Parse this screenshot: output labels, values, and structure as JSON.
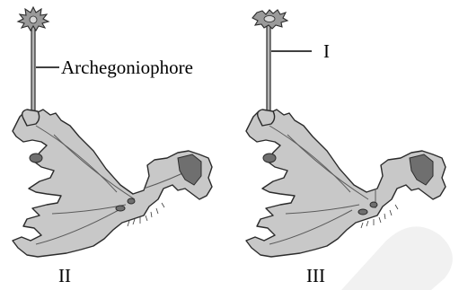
{
  "figure": {
    "left_label": "Archegoniophore",
    "right_label": "I",
    "caption_left": "II",
    "caption_right": "III"
  },
  "colors": {
    "thallus_fill": "#c8c8c8",
    "outline": "#2b2b2b",
    "watermark": "#f1f1f1"
  }
}
